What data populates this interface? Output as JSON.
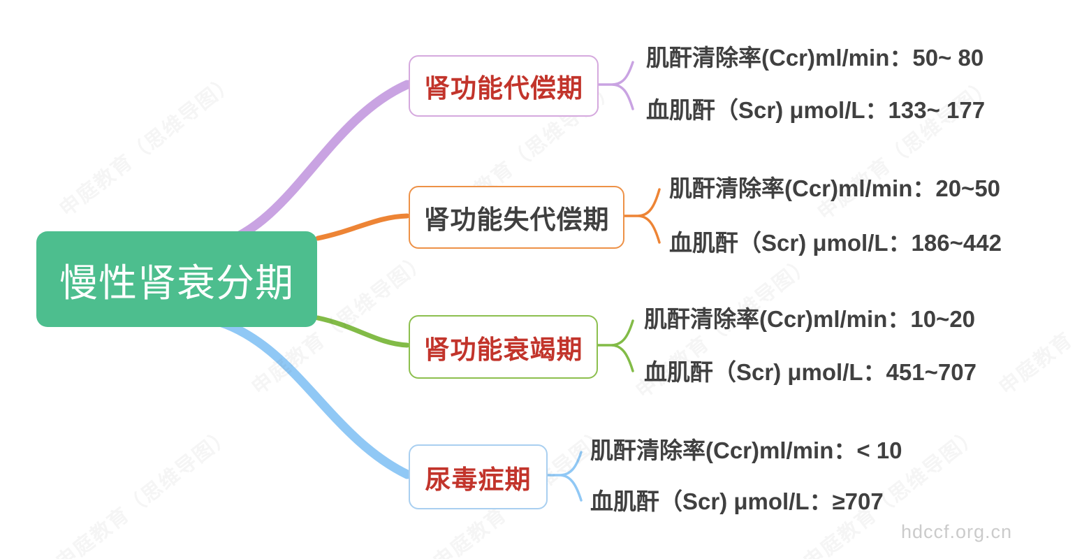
{
  "root": {
    "label": "慢性肾衰分期"
  },
  "branches": [
    {
      "label": "肾功能代偿期",
      "leaves": [
        "肌酐清除率(Ccr)ml/min：50~ 80",
        "血肌酐（Scr) μmol/L：133~ 177"
      ]
    },
    {
      "label": "肾功能失代偿期",
      "leaves": [
        "肌酐清除率(Ccr)ml/min：20~50",
        "血肌酐（Scr) μmol/L：186~442"
      ]
    },
    {
      "label": "肾功能衰竭期",
      "leaves": [
        "肌酐清除率(Ccr)ml/min：10~20",
        "血肌酐（Scr) μmol/L：451~707"
      ]
    },
    {
      "label": "尿毒症期",
      "leaves": [
        "肌酐清除率(Ccr)ml/min：< 10",
        "血肌酐（Scr) μmol/L：≥707"
      ]
    }
  ],
  "colors": {
    "root_bg": "#4dbe8e",
    "root_text": "#ffffff",
    "branch1_line": "#c9a3e2",
    "branch2_line": "#ed8435",
    "branch3_line": "#82bb47",
    "branch4_line": "#90c8f5",
    "stage_red_text": "#c2342b",
    "stage_dark_text": "#3f3f3f",
    "leaf_text": "#404040"
  },
  "watermark": {
    "text": "申庭教育（思维导图）",
    "site": "hdccf.org.cn"
  }
}
